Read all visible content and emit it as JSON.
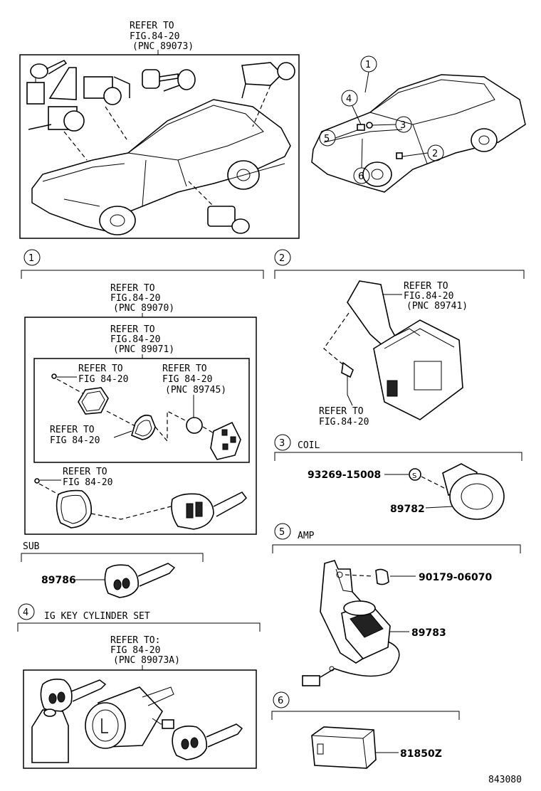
{
  "top_figure": {
    "refer": [
      "REFER TO",
      "FIG.84-20",
      "(PNC 89073)"
    ]
  },
  "index_figure": {
    "callouts": [
      "1",
      "2",
      "3",
      "4",
      "5",
      "6"
    ]
  },
  "section1": {
    "num": "1",
    "outer_refer": [
      "REFER TO",
      "FIG.84-20",
      "(PNC 89070)"
    ],
    "mid_refer": [
      "REFER TO",
      "FIG.84-20",
      "(PNC 89071)"
    ],
    "screw_refer": [
      "REFER TO",
      "FIG 84-20"
    ],
    "battery_refer": [
      "REFER TO",
      "FIG 84-20",
      "(PNC 89745)"
    ],
    "case_refer": [
      "REFER TO",
      "FIG 84-20"
    ],
    "key_refer": [
      "REFER TO",
      "FIG 84-20"
    ]
  },
  "sub": {
    "label": "SUB",
    "part": "89786"
  },
  "section4": {
    "num": "4",
    "title": "IG KEY CYLINDER SET",
    "refer": [
      "REFER TO:",
      "FIG 84-20",
      "(PNC 89073A)"
    ]
  },
  "section2": {
    "num": "2",
    "unit_refer": [
      "REFER TO",
      "FIG.84-20",
      "(PNC 89741)"
    ],
    "bolt_refer": [
      "REFER TO",
      "FIG.84-20"
    ]
  },
  "section3": {
    "num": "3",
    "title": "COIL",
    "part_a": "93269-15008",
    "part_b": "89782"
  },
  "section5": {
    "num": "5",
    "title": "AMP",
    "part_a": "90179-06070",
    "part_b": "89783"
  },
  "section6": {
    "num": "6",
    "part": "81850Z"
  },
  "figure_code": "843080"
}
